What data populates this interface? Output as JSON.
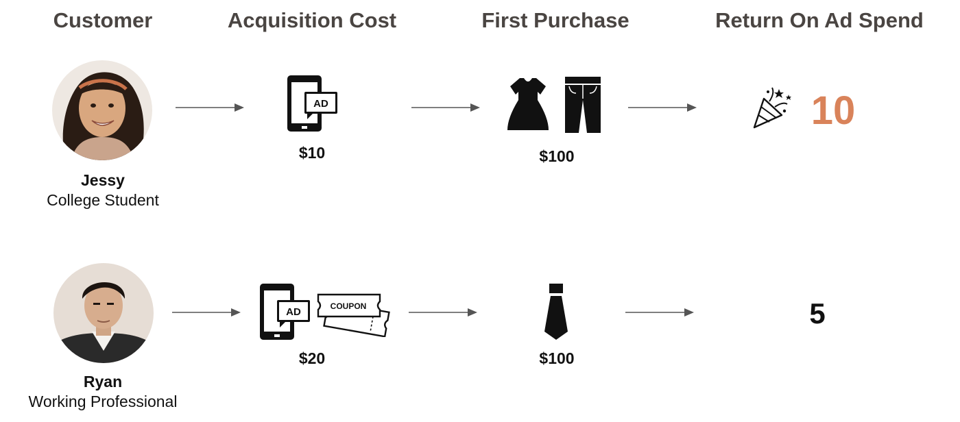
{
  "headers": {
    "customer": "Customer",
    "acquisition_cost": "Acquisition Cost",
    "first_purchase": "First Purchase",
    "roas": "Return On Ad Spend"
  },
  "rows": [
    {
      "name": "Jessy",
      "role": "College Student",
      "cost": "$10",
      "purchase": "$100",
      "roas": "10",
      "ad_label": "AD"
    },
    {
      "name": "Ryan",
      "role": "Working Professional",
      "cost": "$20",
      "purchase": "$100",
      "roas": "5",
      "ad_label": "AD",
      "coupon_label": "COUPON"
    }
  ],
  "colors": {
    "header": "#4a4542",
    "highlight": "#d9835a",
    "arrow": "#555555",
    "icon": "#111111"
  }
}
